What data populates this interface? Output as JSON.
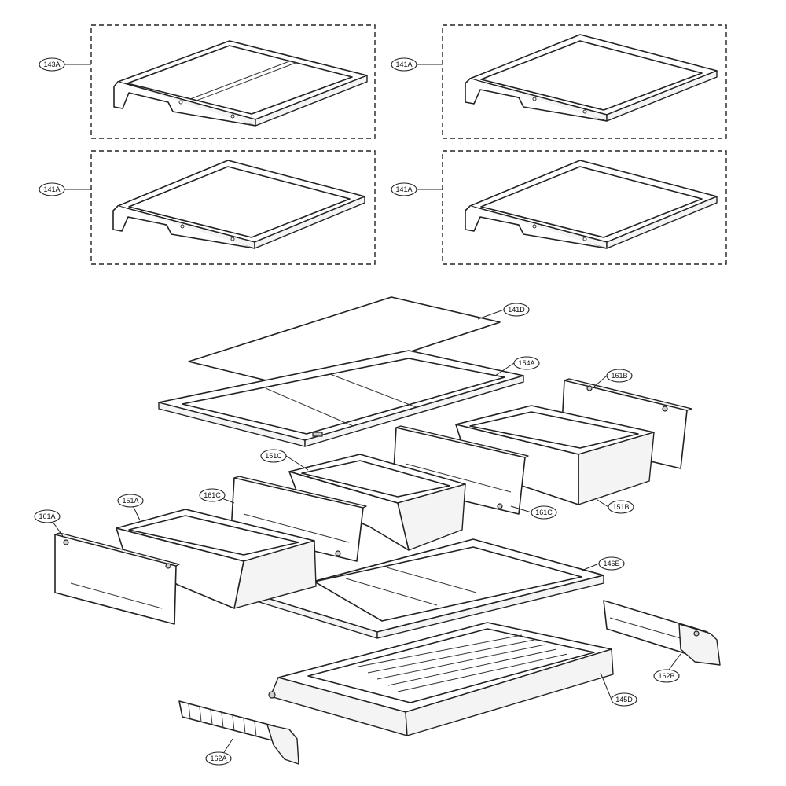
{
  "callouts": {
    "c143A": "143A",
    "c141A_1": "141A",
    "c141A_2": "141A",
    "c141A_3": "141A",
    "c141D": "141D",
    "c154A": "154A",
    "c161B": "161B",
    "c151C": "151C",
    "c161C_1": "161C",
    "c161C_2": "161C",
    "c151B": "151B",
    "c151A": "151A",
    "c161A": "161A",
    "c146E": "146E",
    "c162B": "162B",
    "c145D": "145D",
    "c162A": "162A"
  }
}
